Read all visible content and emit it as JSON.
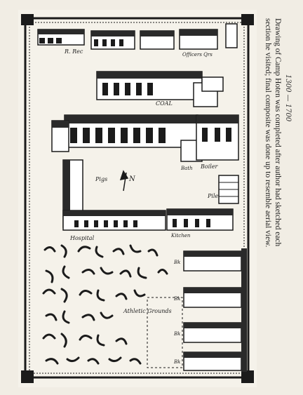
{
  "labels": {
    "r_rec": "R. Rec",
    "officers_quarters": "Officers Qrs",
    "coal": "COAL",
    "pigs": "Pigs",
    "compass": "N",
    "bath": "Bath",
    "boiler": "Boiler",
    "pile": "Pile",
    "hospital": "Hospital",
    "kitchen": "Kitchen",
    "athletic_grounds": "Athletic Grounds",
    "bk1": "Bk",
    "bk2": "Bk",
    "bk3": "Bk",
    "bk4": "Bk"
  },
  "scale_note": "1300 — 1700",
  "caption": {
    "line1": "Drawing of Camp Hoten was completed after author had sketched each",
    "line2": "section he visited; final composite was done up to resemble aerial view."
  }
}
